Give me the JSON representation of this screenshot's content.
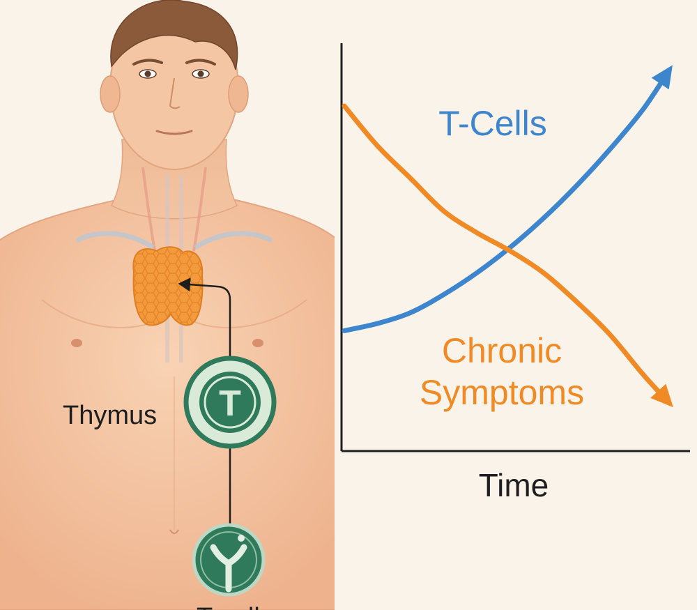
{
  "labels": {
    "thymus": "Thymus",
    "t_badge": "T",
    "bottom_cell": "T-cells"
  },
  "chart_data": {
    "type": "line",
    "title": "",
    "xlabel": "Time",
    "ylabel": "",
    "grid": false,
    "axis_ticks": false,
    "xlim": [
      0,
      10
    ],
    "ylim": [
      0,
      10
    ],
    "series": [
      {
        "name": "T-Cells",
        "color": "#3d85cc",
        "note_direction": "rises",
        "x": [
          0,
          1,
          2,
          3,
          4,
          5,
          6,
          7,
          8,
          9,
          9.8
        ],
        "y": [
          2.8,
          3.0,
          3.3,
          3.8,
          4.4,
          5.1,
          5.9,
          6.8,
          7.8,
          8.9,
          10.0
        ]
      },
      {
        "name": "Chronic Symptoms",
        "color": "#f08a24",
        "note_direction": "falls",
        "x": [
          0,
          1,
          2,
          3,
          4,
          5,
          6,
          7,
          8,
          9,
          9.8
        ],
        "y": [
          9.0,
          7.9,
          7.0,
          6.1,
          5.5,
          5.0,
          4.4,
          3.6,
          2.7,
          1.6,
          0.8
        ]
      }
    ],
    "crossing": {
      "x": 5.0,
      "y": 5.0
    },
    "annotations": [
      {
        "text": "T-Cells",
        "color": "#3d85cc"
      },
      {
        "text": "Chronic",
        "color": "#f08a24"
      },
      {
        "text": "Symptoms",
        "color": "#f08a24"
      }
    ]
  },
  "colors": {
    "background": "#faf3ea",
    "skin": "#f5c8a6",
    "skin_shadow": "#e9ad88",
    "thymus": "#f29a3c",
    "badge_green": "#2f7a5b",
    "badge_light": "#d9ead9",
    "axis": "#1e1e1e"
  }
}
